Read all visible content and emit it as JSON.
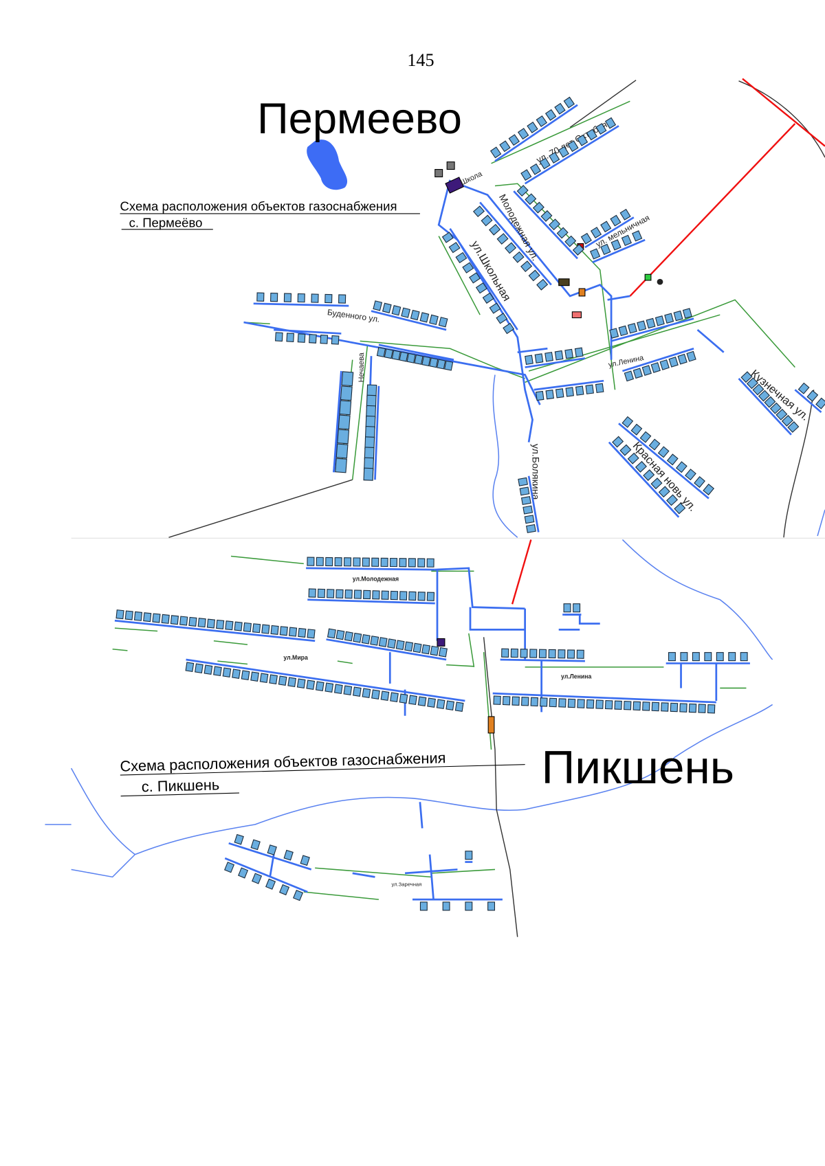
{
  "page_number": "145",
  "permeevo": {
    "title": "Пермеево",
    "caption_line1": "Схема расположения объектов газоснабжения",
    "caption_line2": "с. Пермеёво",
    "streets": {
      "oktyabrya": "ул. 70 лет Октября",
      "molodezhnaya": "Молодежная ул.",
      "melnichnaya": "ул. мельничная",
      "shkolnaya": "ул.Школьная",
      "school": "Школа",
      "budennogo": "Буденного ул.",
      "nechaeva": "Нечаева",
      "lenina": "ул.Ленина",
      "kuznechnaya": "Кузнечная ул.",
      "krasnaya_nov": "Красная новь ул.",
      "bolyakina": "ул.Болякина"
    }
  },
  "pikshen": {
    "title": "Пикшень",
    "caption_line1": "Схема расположения объектов газоснабжения",
    "caption_line2": "с. Пикшень",
    "streets": {
      "molodezhnaya": "ул.Молодежная",
      "mira": "ул.Мира",
      "lenina": "ул.Ленина",
      "zarechnaya": "ул.Заречная"
    }
  },
  "legend_colors": {
    "gas_pipeline_low": "#3b6ef0",
    "gas_pipeline_high": "#f01010",
    "roads_green": "#3a9a3a",
    "houses": "#6aaee0",
    "lake": "#3d6cf5"
  }
}
